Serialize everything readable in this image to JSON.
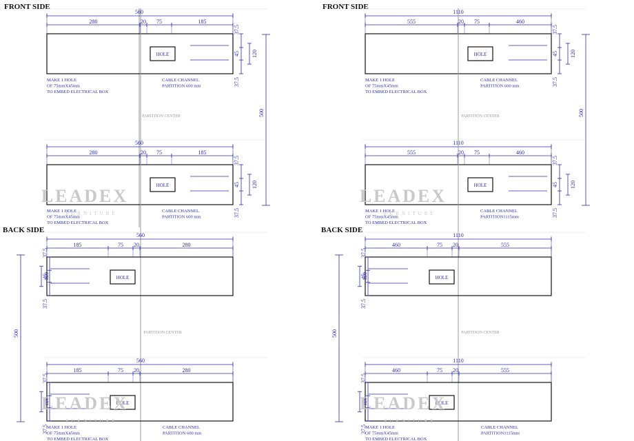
{
  "panels": [
    {
      "title": "FRONT SIDE",
      "orientation": "front",
      "pieces": [
        {
          "total": "560",
          "segs": [
            "280",
            "20",
            "75",
            "185"
          ],
          "side": [
            "37.5",
            "45",
            "37.5"
          ],
          "side_total": "120",
          "hole": "HOLE",
          "note": [
            "MAKE 1 HOLE",
            "OF 75mmX45mm",
            "TO EMBED ELECTRICAL BOX"
          ],
          "cable": [
            "CABLE CHANNEL",
            "PARTITION 600 mm"
          ]
        },
        {
          "total": "560",
          "segs": [
            "280",
            "20",
            "75",
            "185"
          ],
          "side": [
            "37.5",
            "45",
            "37.5"
          ],
          "side_total": "120",
          "hole": "HOLE",
          "note": [
            "MAKE 1 HOLE",
            "OF 75mmX45mm",
            "TO EMBED ELECTRICAL BOX"
          ],
          "cable": [
            "CABLE CHANNEL",
            "PARTITION 600 mm"
          ]
        }
      ],
      "height_dim": "500",
      "center_label": "PARTITION CENTER",
      "watermark": "LEADEX",
      "watermark_sub": "FURNITURE"
    },
    {
      "title": "FRONT SIDE",
      "orientation": "front",
      "pieces": [
        {
          "total": "1110",
          "segs": [
            "555",
            "20",
            "75",
            "460"
          ],
          "side": [
            "37.5",
            "45",
            "37.5"
          ],
          "side_total": "120",
          "hole": "HOLE",
          "note": [
            "MAKE 1 HOLE",
            "OF 75mmX45mm",
            "TO EMBED ELECTRICAL BOX"
          ],
          "cable": [
            "CABLE CHANNEL",
            "PARTITION 600 mm"
          ]
        },
        {
          "total": "1110",
          "segs": [
            "555",
            "20",
            "75",
            "460"
          ],
          "side": [
            "37.5",
            "45",
            "37.5"
          ],
          "side_total": "120",
          "hole": "HOLE",
          "note": [
            "MAKE 1 HOLE",
            "OF 75mmX45mm",
            "TO EMBED ELECTRICAL BOX"
          ],
          "cable": [
            "CABLE CHANNEL",
            "PARTITION1115mm"
          ]
        }
      ],
      "height_dim": "500",
      "center_label": "PARTITION CENTER",
      "watermark": "LEADEX",
      "watermark_sub": "FURNITURE"
    },
    {
      "title": "BACK SIDE",
      "orientation": "back",
      "pieces": [
        {
          "total": "560",
          "segs": [
            "185",
            "75",
            "20",
            "280"
          ],
          "side": [
            "37.5",
            "45",
            "37.5"
          ],
          "side_total": "120",
          "hole": "HOLE",
          "note": [],
          "cable": []
        },
        {
          "total": "560",
          "segs": [
            "185",
            "75",
            "20",
            "280"
          ],
          "side": [
            "37.5",
            "45",
            "37.5"
          ],
          "side_total": "120",
          "hole": "HOLE",
          "note": [
            "MAKE 1 HOLE",
            "OF 75mmX45mm",
            "TO EMBED ELECTRICAL BOX"
          ],
          "cable": [
            "CABLE CHANNEL",
            "PARTITION 600 mm"
          ]
        }
      ],
      "height_dim": "500",
      "center_label": "PARTITION CENTER",
      "watermark": "LEADEX",
      "watermark_sub": "FURNITURE"
    },
    {
      "title": "BACK SIDE",
      "orientation": "back",
      "pieces": [
        {
          "total": "1110",
          "segs": [
            "460",
            "75",
            "20",
            "555"
          ],
          "side": [
            "37.5",
            "45",
            "37.5"
          ],
          "side_total": "120",
          "hole": "HOLE",
          "note": [],
          "cable": []
        },
        {
          "total": "1110",
          "segs": [
            "460",
            "75",
            "20",
            "555"
          ],
          "side": [
            "37.5",
            "45",
            "37.5"
          ],
          "side_total": "120",
          "hole": "HOLE",
          "note": [
            "MAKE 1 HOLE",
            "OF 75mmX45mm",
            "TO EMBED ELECTRICAL BOX"
          ],
          "cable": [
            "CABLE CHANNEL",
            "PARTITION1115mm"
          ]
        }
      ],
      "height_dim": "500",
      "center_label": "PARTITION CENTER",
      "watermark": "LEADEX",
      "watermark_sub": "FURNITURE"
    }
  ],
  "colors": {
    "dimension": "#2a2ab8",
    "outline": "#111111",
    "guide": "#9a9a9a",
    "watermark": "#c9c9c9"
  }
}
